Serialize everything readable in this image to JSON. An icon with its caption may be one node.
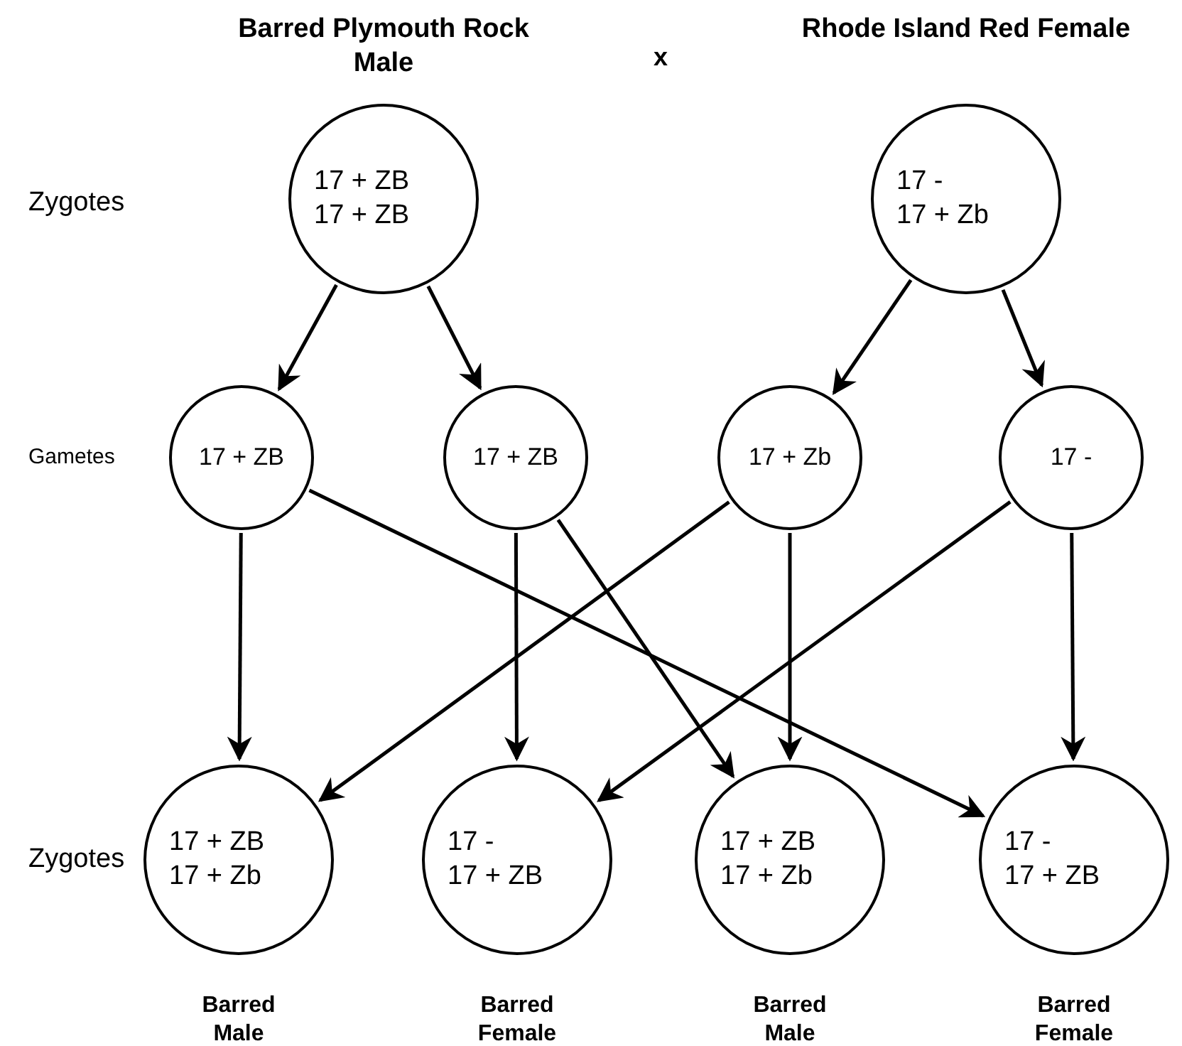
{
  "diagram": {
    "nodes": [
      {
        "text": [
          "Barred Plymouth Rock Male",
          "17 + ZB",
          "17 + ZB"
        ]
      },
      {
        "text": [
          "Rhode Island Red Female",
          "17 -",
          "17 + Zb"
        ]
      },
      {
        "text": [
          "17 + ZB"
        ]
      },
      {
        "text": [
          "17 + ZB"
        ]
      },
      {
        "text": [
          "17 + Zb"
        ]
      },
      {
        "text": [
          "17 -"
        ]
      },
      {
        "text": [
          "17 + ZB",
          "17 + Zb"
        ],
        "beside": [
          "Barred Male"
        ]
      },
      {
        "text": [
          "17 -",
          "17 + ZB"
        ],
        "beside": [
          "Barred Female"
        ]
      },
      {
        "text": [
          "17 + ZB",
          "17 + Zb"
        ],
        "beside": [
          "Barred Male"
        ]
      },
      {
        "text": [
          "17 -",
          "17 + ZB"
        ],
        "beside": [
          "Barred Female"
        ]
      }
    ],
    "edges": [
      {
        "from": 0,
        "to": 2,
        "arrow": "to"
      },
      {
        "from": 0,
        "to": 3,
        "arrow": "to"
      },
      {
        "from": 1,
        "to": 4,
        "arrow": "to"
      },
      {
        "from": 1,
        "to": 5,
        "arrow": "to"
      },
      {
        "from": 2,
        "to": 6,
        "arrow": "to"
      },
      {
        "from": 2,
        "to": 9,
        "arrow": "to"
      },
      {
        "from": 3,
        "to": 7,
        "arrow": "to"
      },
      {
        "from": 3,
        "to": 8,
        "arrow": "to"
      },
      {
        "from": 4,
        "to": 6,
        "arrow": "to"
      },
      {
        "from": 4,
        "to": 8,
        "arrow": "to"
      },
      {
        "from": 5,
        "to": 7,
        "arrow": "to"
      },
      {
        "from": 5,
        "to": 9,
        "arrow": "to"
      }
    ],
    "labels": [
      "x",
      "Zygotes",
      "Gametes",
      "Zygotes"
    ]
  }
}
